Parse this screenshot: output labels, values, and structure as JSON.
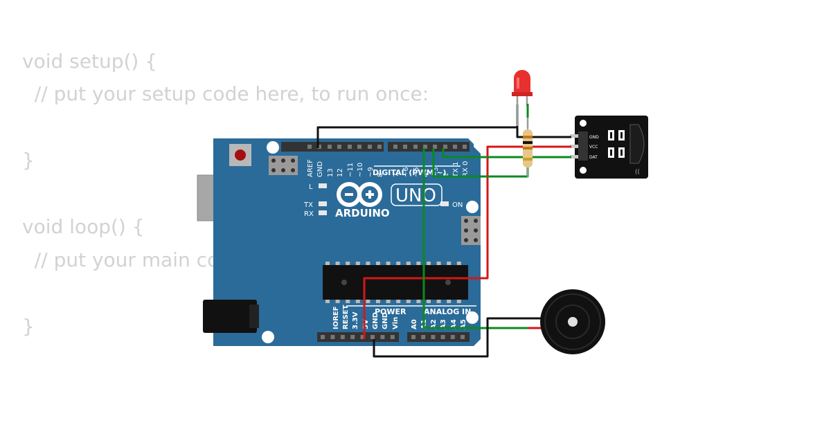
{
  "code": {
    "line1": "void setup() {",
    "line2": "  // put your setup code here, to run once:",
    "line3": "}",
    "line4": "void loop() {",
    "line5": "  // put your main code here, to run repeatedly:",
    "line6": "}"
  },
  "board": {
    "brand": "ARDUINO",
    "model": "UNO",
    "header_digital": "DIGITAL (PWM ~)",
    "header_power": "POWER",
    "header_analog": "ANALOG IN",
    "led_l": "L",
    "led_tx": "TX",
    "led_rx": "RX",
    "led_on": "ON",
    "top_pins": [
      "AREF",
      "GND",
      "13",
      "12",
      "~11",
      "~10",
      "~9",
      "8",
      "7",
      "~6",
      "~5",
      "4",
      "~3",
      "2",
      "TX 1",
      "RX 0"
    ],
    "power_pins": [
      "IOREF",
      "RESET",
      "3.3V",
      "5V",
      "GND",
      "GND",
      "Vin"
    ],
    "analog_pins": [
      "A0",
      "A1",
      "A2",
      "A3",
      "A4",
      "A5"
    ]
  },
  "sensor": {
    "pins": [
      "GND",
      "VCC",
      "DAT"
    ]
  },
  "colors": {
    "board": "#2b6b99",
    "wire_green": "#0a8a1e",
    "wire_red": "#d51616",
    "wire_black": "#111111",
    "code_text": "#d2d2d2"
  }
}
